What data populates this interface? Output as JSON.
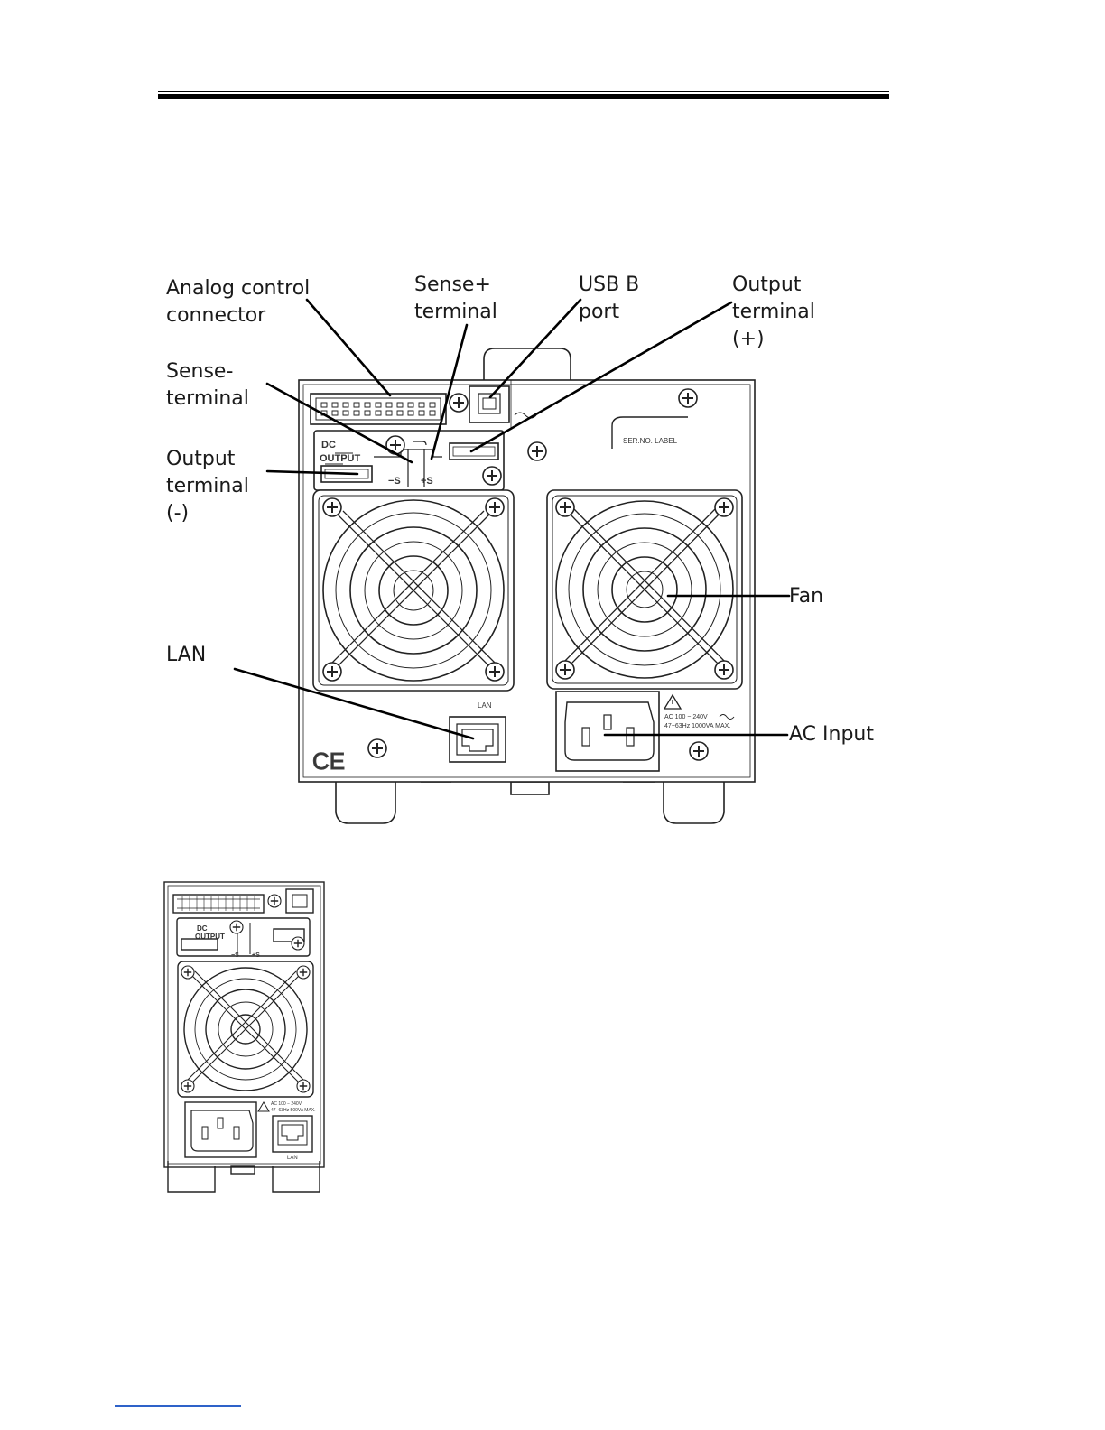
{
  "labels": {
    "analog_1": "Analog control",
    "analog_2": "connector",
    "sense_plus_1": "Sense+",
    "sense_plus_2": "terminal",
    "usb_1": "USB B",
    "usb_2": "port",
    "out_plus_1": "Output",
    "out_plus_2": "terminal",
    "out_plus_3": "(+)",
    "sense_minus_1": "Sense-",
    "sense_minus_2": "terminal",
    "out_minus_1": "Output",
    "out_minus_2": "terminal",
    "out_minus_3": "(-)",
    "fan": "Fan",
    "lan": "LAN",
    "ac_input": "AC Input"
  },
  "panel_text": {
    "lan": "LAN",
    "ser_no": "SER.NO. LABEL",
    "dc": "DC",
    "output": "OUTPUT",
    "minus_s": "−S",
    "plus_s": "+S",
    "ac_1": "AC 100 − 240V",
    "ac_2": "47−63Hz      1000VA MAX.",
    "ce": "CE"
  },
  "small_panel_text": {
    "lan": "LAN",
    "ac_1": "AC 100 − 240V",
    "ac_2": "47−63Hz  500VA MAX.",
    "dc": "DC",
    "output": "OUTPUT",
    "minus_s": "−S",
    "plus_s": "+S"
  }
}
